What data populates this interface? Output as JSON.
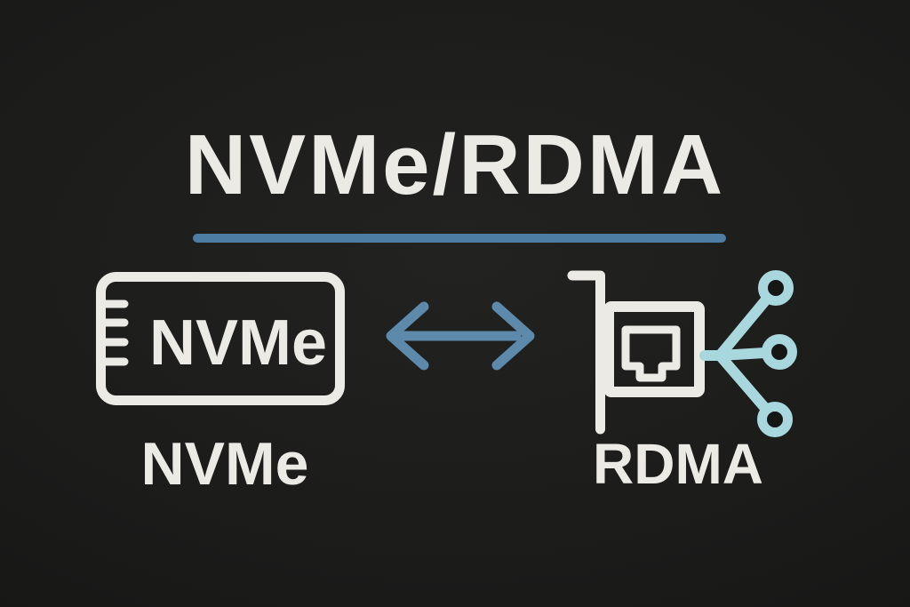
{
  "title": {
    "text": "NVMe/RDMA"
  },
  "nodes": {
    "nvme": {
      "label": "NVMe",
      "icon_text": "NVMe",
      "icon_name": "nvme-ssd-icon"
    },
    "rdma": {
      "label": "RDMA",
      "icon_name": "rdma-network-card-icon"
    }
  },
  "connector": {
    "type": "bidirectional-arrow"
  },
  "colors": {
    "background": "#1A1A19",
    "foreground": "#ECEAE4",
    "arrow_blue": "#5D89AB",
    "underline_blue": "#4E7DA3",
    "network_cyan": "#A9D7DE"
  }
}
